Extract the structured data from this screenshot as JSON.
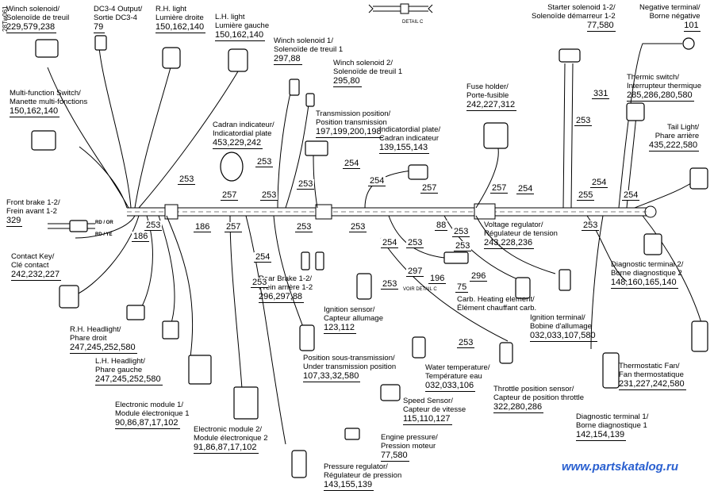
{
  "drawing_code": "28Tw061",
  "detail_labels": {
    "detail_c": "DETAIL C",
    "voir_detail_c": "VOIR DETAIL C"
  },
  "watermark": "www.partskatalog.ru",
  "callouts": [
    {
      "id": "winch-solenoid-left",
      "lines": [
        "Winch solenoid/",
        "Solenoïde de treuil"
      ],
      "numbers": "229,579,238"
    },
    {
      "id": "dc3-4-output",
      "lines": [
        "DC3-4 Output/",
        "Sortie DC3-4"
      ],
      "numbers": "79"
    },
    {
      "id": "rh-light",
      "lines": [
        "R.H. light",
        "Lumière droite"
      ],
      "numbers": "150,162,140"
    },
    {
      "id": "lh-light",
      "lines": [
        "L.H. light",
        "Lumière gauche"
      ],
      "numbers": "150,162,140"
    },
    {
      "id": "winch-solenoid-1",
      "lines": [
        "Winch solenoid 1/",
        "Solenoïde de treuil 1"
      ],
      "numbers": "297,88"
    },
    {
      "id": "winch-solenoid-2",
      "lines": [
        "Winch solenoid 2/",
        "Solenoïde de treuil 1"
      ],
      "numbers": "295,80"
    },
    {
      "id": "multi-function-switch",
      "lines": [
        "Multi-function Switch/",
        "Manette multi-fonctions"
      ],
      "numbers": "150,162,140"
    },
    {
      "id": "cadran-indicateur",
      "lines": [
        "Cadran indicateur/",
        "Indicatordial plate"
      ],
      "numbers": "453,229,242"
    },
    {
      "id": "transmission-position",
      "lines": [
        "Transmission position/",
        "Position transmission"
      ],
      "numbers": "197,199,200,198"
    },
    {
      "id": "indicator-dial-plate",
      "lines": [
        "Indicatordial plate/",
        "Cadran indicateur"
      ],
      "numbers": "139,155,143"
    },
    {
      "id": "fuse-holder",
      "lines": [
        "Fuse holder/",
        "Porte-fusible"
      ],
      "numbers": "242,227,312"
    },
    {
      "id": "starter-solenoid",
      "lines": [
        "Starter solenoid 1-2/",
        "Solenoïde démarreur 1-2"
      ],
      "numbers": "77,580"
    },
    {
      "id": "negative-terminal",
      "lines": [
        "Negative terminal/",
        "Borne négative"
      ],
      "numbers": "101"
    },
    {
      "id": "thermic-switch",
      "lines": [
        "Thermic switch/",
        "Interrupteur thermique"
      ],
      "numbers": "285,286,280,580"
    },
    {
      "id": "tail-light",
      "lines": [
        "Tail Light/",
        "Phare arrière"
      ],
      "numbers": "435,222,580"
    },
    {
      "id": "front-brake",
      "lines": [
        "Front brake 1-2/",
        "Frein avant 1-2"
      ],
      "numbers": "329"
    },
    {
      "id": "contact-key",
      "lines": [
        "Contact Key/",
        "Clé contact"
      ],
      "numbers": "242,232,227"
    },
    {
      "id": "rh-headlight",
      "lines": [
        "R.H. Headlight/",
        "Phare droit"
      ],
      "numbers": "247,245,252,580"
    },
    {
      "id": "lh-headlight",
      "lines": [
        "L.H. Headlight/",
        "Phare gauche"
      ],
      "numbers": "247,245,252,580"
    },
    {
      "id": "electronic-module-1",
      "lines": [
        "Electronic module 1/",
        "Module électronique 1"
      ],
      "numbers": "90,86,87,17,102"
    },
    {
      "id": "electronic-module-2",
      "lines": [
        "Electronic module 2/",
        "Module électronique 2"
      ],
      "numbers": "91,86,87,17,102"
    },
    {
      "id": "rear-brake",
      "lines": [
        "Rear Brake 1-2/",
        "Frein arrière 1-2"
      ],
      "numbers": "296,297,88"
    },
    {
      "id": "ignition-sensor",
      "lines": [
        "Ignition sensor/",
        "Capteur allumage"
      ],
      "numbers": "123,112"
    },
    {
      "id": "position-sous-transmission",
      "lines": [
        "Position sous-transmission/",
        "Under transmission position"
      ],
      "numbers": "107,33,32,580"
    },
    {
      "id": "water-temperature",
      "lines": [
        "Water temperature/",
        "Température eau"
      ],
      "numbers": "032,033,106"
    },
    {
      "id": "speed-sensor",
      "lines": [
        "Speed Sensor/",
        "Capteur de vitesse"
      ],
      "numbers": "115,110,127"
    },
    {
      "id": "engine-pressure",
      "lines": [
        "Engine pressure/",
        "Pression moteur"
      ],
      "numbers": "77,580"
    },
    {
      "id": "pressure-regulator",
      "lines": [
        "Pressure regulator/",
        "Régulateur de pression"
      ],
      "numbers": "143,155,139"
    },
    {
      "id": "carb-heating",
      "lines": [
        "Carb. Heating element/",
        "Élément chauffant carb."
      ],
      "numbers": ""
    },
    {
      "id": "ignition-coil",
      "lines": [
        "Ignition terminal/",
        "Bobine d'allumage"
      ],
      "numbers": "032,033,107,580"
    },
    {
      "id": "voltage-regulator",
      "lines": [
        "Voltage regulator/",
        "Régulateur de tension"
      ],
      "numbers": "243,228,236"
    },
    {
      "id": "diagnostic-terminal-2",
      "lines": [
        "Diagnostic terminal 2/",
        "Borne diagnostique 2"
      ],
      "numbers": "148,160,165,140"
    },
    {
      "id": "throttle-position",
      "lines": [
        "Throttle position sensor/",
        "Capteur de position throttle"
      ],
      "numbers": "322,280,286"
    },
    {
      "id": "thermostatic-fan",
      "lines": [
        "Thermostatic Fan/",
        "Fan thermostatique"
      ],
      "numbers": "231,227,242,580"
    },
    {
      "id": "diagnostic-terminal-1",
      "lines": [
        "Diagnostic terminal 1/",
        "Borne diagnostique 1"
      ],
      "numbers": "142,154,139"
    }
  ],
  "segments": [
    {
      "id": "s331",
      "text": "331"
    },
    {
      "id": "s253a",
      "text": "253"
    },
    {
      "id": "s253b",
      "text": "253"
    },
    {
      "id": "s257a",
      "text": "257"
    },
    {
      "id": "s253c",
      "text": "253"
    },
    {
      "id": "s254a",
      "text": "254"
    },
    {
      "id": "s253d",
      "text": "253"
    },
    {
      "id": "s254b",
      "text": "254"
    },
    {
      "id": "s257b",
      "text": "257"
    },
    {
      "id": "s257c",
      "text": "257"
    },
    {
      "id": "s254c",
      "text": "254"
    },
    {
      "id": "s255",
      "text": "255"
    },
    {
      "id": "s254d",
      "text": "254"
    },
    {
      "id": "s254e",
      "text": "254"
    },
    {
      "id": "s186a",
      "text": "186"
    },
    {
      "id": "s253e",
      "text": "253"
    },
    {
      "id": "s186b",
      "text": "186"
    },
    {
      "id": "s257d",
      "text": "257"
    },
    {
      "id": "s253f",
      "text": "253"
    },
    {
      "id": "s253g",
      "text": "253"
    },
    {
      "id": "s88",
      "text": "88"
    },
    {
      "id": "s253h",
      "text": "253"
    },
    {
      "id": "s254f",
      "text": "254"
    },
    {
      "id": "s253i",
      "text": "253"
    },
    {
      "id": "s297",
      "text": "297"
    },
    {
      "id": "s196",
      "text": "196"
    },
    {
      "id": "s296",
      "text": "296"
    },
    {
      "id": "s75",
      "text": "75"
    },
    {
      "id": "s253j",
      "text": "253"
    },
    {
      "id": "s254g",
      "text": "254"
    },
    {
      "id": "s253k",
      "text": "253"
    },
    {
      "id": "s253l",
      "text": "253"
    },
    {
      "id": "s253m",
      "text": "253"
    },
    {
      "id": "s253n",
      "text": "253"
    },
    {
      "id": "s253o",
      "text": "253"
    }
  ],
  "connector_tags": [
    {
      "id": "tag-rd-ye",
      "text": "RD / YE"
    },
    {
      "id": "tag-rd-or",
      "text": "RD / OR"
    }
  ]
}
